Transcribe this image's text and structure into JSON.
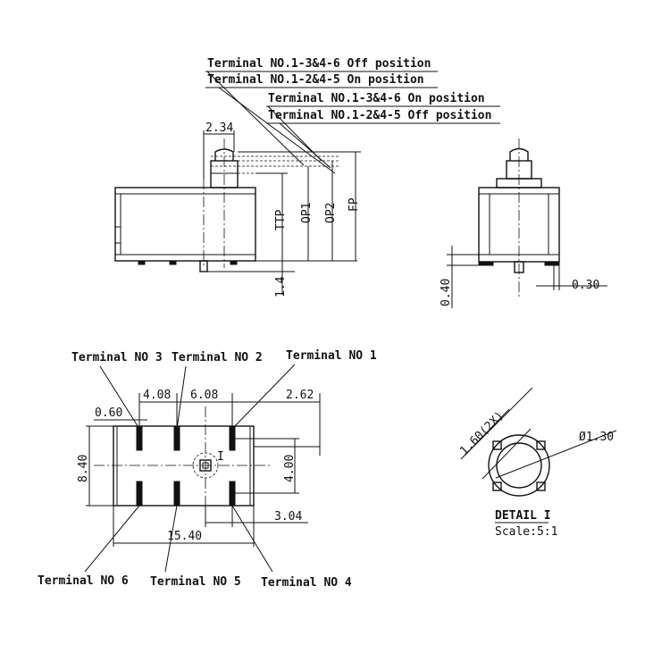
{
  "notes": {
    "n1": "Terminal NO.1-3&4-6 Off position",
    "n2": "Terminal NO.1-2&4-5 On position",
    "n3": "Terminal NO.1-3&4-6 On position",
    "n4": "Terminal NO.1-2&4-5 Off position"
  },
  "side_view": {
    "width_dim": "2.34",
    "ttp": "TTP",
    "op1": "OP1",
    "op2": "OP2",
    "fp": "FP",
    "pin_dim": "1.4"
  },
  "end_view": {
    "height_dim": "0.40",
    "width_dim": "0.30"
  },
  "bottom_view": {
    "terminals": {
      "t1": "Terminal NO 1",
      "t2": "Terminal NO 2",
      "t3": "Terminal NO 3",
      "t4": "Terminal NO 4",
      "t5": "Terminal NO 5",
      "t6": "Terminal NO 6"
    },
    "dims": {
      "d_060": "0.60",
      "d_408": "4.08",
      "d_608": "6.08",
      "d_262": "2.62",
      "d_840": "8.40",
      "d_400": "4.00",
      "d_304": "3.04",
      "d_1540": "15.40"
    },
    "detail_marker": "I"
  },
  "detail": {
    "diag_dim": "1.60(2X)",
    "diam_dim": "Ø1.30",
    "title": "DETAIL I",
    "scale": "Scale:5:1"
  }
}
